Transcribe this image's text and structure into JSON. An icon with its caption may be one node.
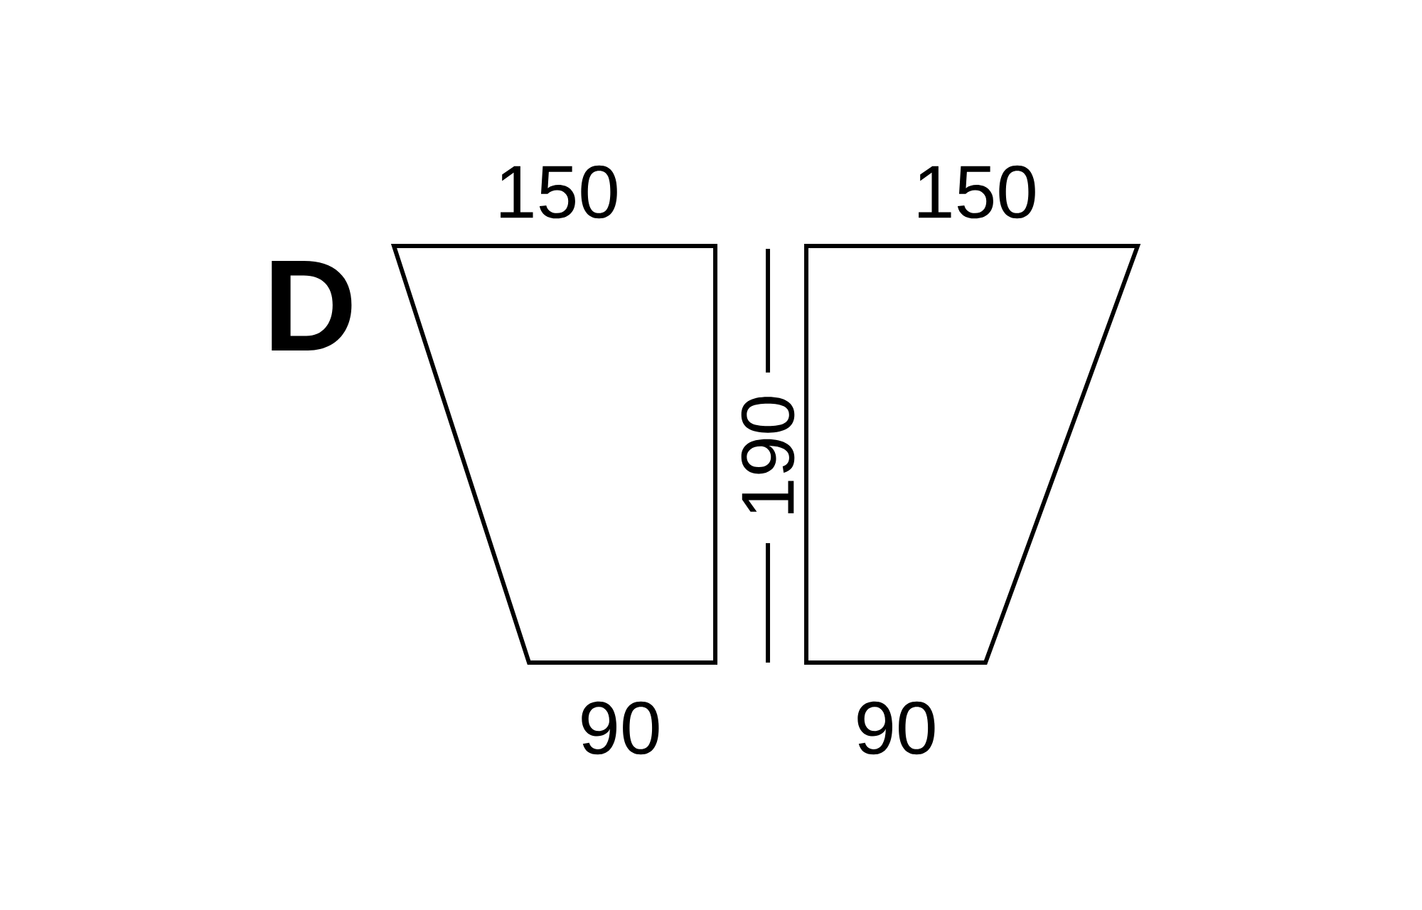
{
  "diagram": {
    "labels": [
      "D",
      "150",
      "150",
      "190",
      "90",
      "90"
    ]
  }
}
